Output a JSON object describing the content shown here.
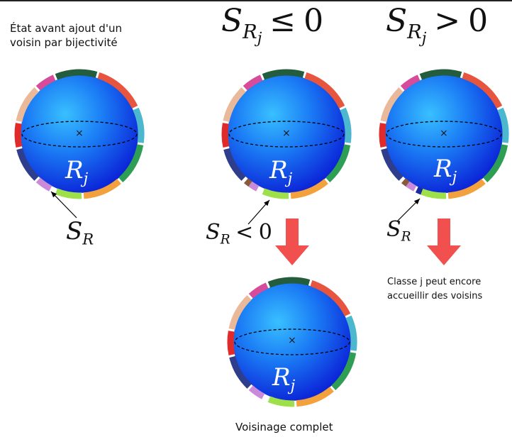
{
  "captions": {
    "top_left_line1": "État avant ajout d'un",
    "top_left_line2": "voisin par bijectivité",
    "bottom_middle": "Voisinage complet",
    "right_line1": "Classe j peut encore",
    "right_line2": "accueillir des voisins"
  },
  "headings": {
    "left": {
      "symbol": "S",
      "sub": "R",
      "subsub": "j",
      "op": "≤",
      "value": "0"
    },
    "right": {
      "symbol": "S",
      "sub": "R",
      "subsub": "j",
      "op": ">",
      "value": "0"
    }
  },
  "sphere_label": {
    "symbol": "R",
    "sub": "j"
  },
  "pointer_labels": {
    "left": {
      "symbol": "S",
      "sub": "R"
    },
    "middle": {
      "symbol": "S",
      "sub": "R",
      "op": "<",
      "value": "0"
    },
    "right": {
      "symbol": "S",
      "sub": "R"
    }
  },
  "center_mark": "×",
  "colors": {
    "sphere_center": "#39c0ff",
    "sphere_edge": "#0a1fd6",
    "arrow": "#f24f4f",
    "ring_segments": [
      "#245c3e",
      "#e8553f",
      "#4bb8cf",
      "#2e9e55",
      "#f2a13c",
      "#9ee04a",
      "#c98ad9",
      "#2f3e8c",
      "#e12b2b",
      "#e9b99a",
      "#d64b9a"
    ]
  }
}
